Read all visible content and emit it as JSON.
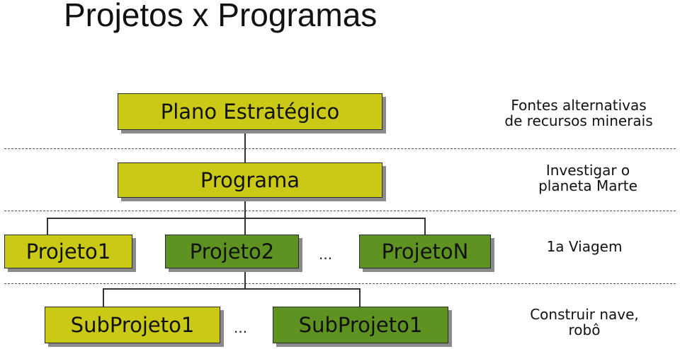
{
  "title": "Projetos x Programas",
  "levels": {
    "plano": "Plano Estratégico",
    "programa": "Programa",
    "projeto1": "Projeto1",
    "projeto2": "Projeto2",
    "projetoN": "ProjetoN",
    "sub1": "SubProjeto1",
    "sub2": "SubProjeto1",
    "ellipsis": "..."
  },
  "notes": {
    "plano": [
      "Fontes alternativas",
      "de recursos minerais"
    ],
    "programa": [
      "Investigar o",
      "planeta Marte"
    ],
    "projeto": [
      "1a Viagem"
    ],
    "sub": [
      "Construir nave,",
      "robô"
    ]
  },
  "colors": {
    "yellow": "#c9c916",
    "green": "#5e9221"
  }
}
